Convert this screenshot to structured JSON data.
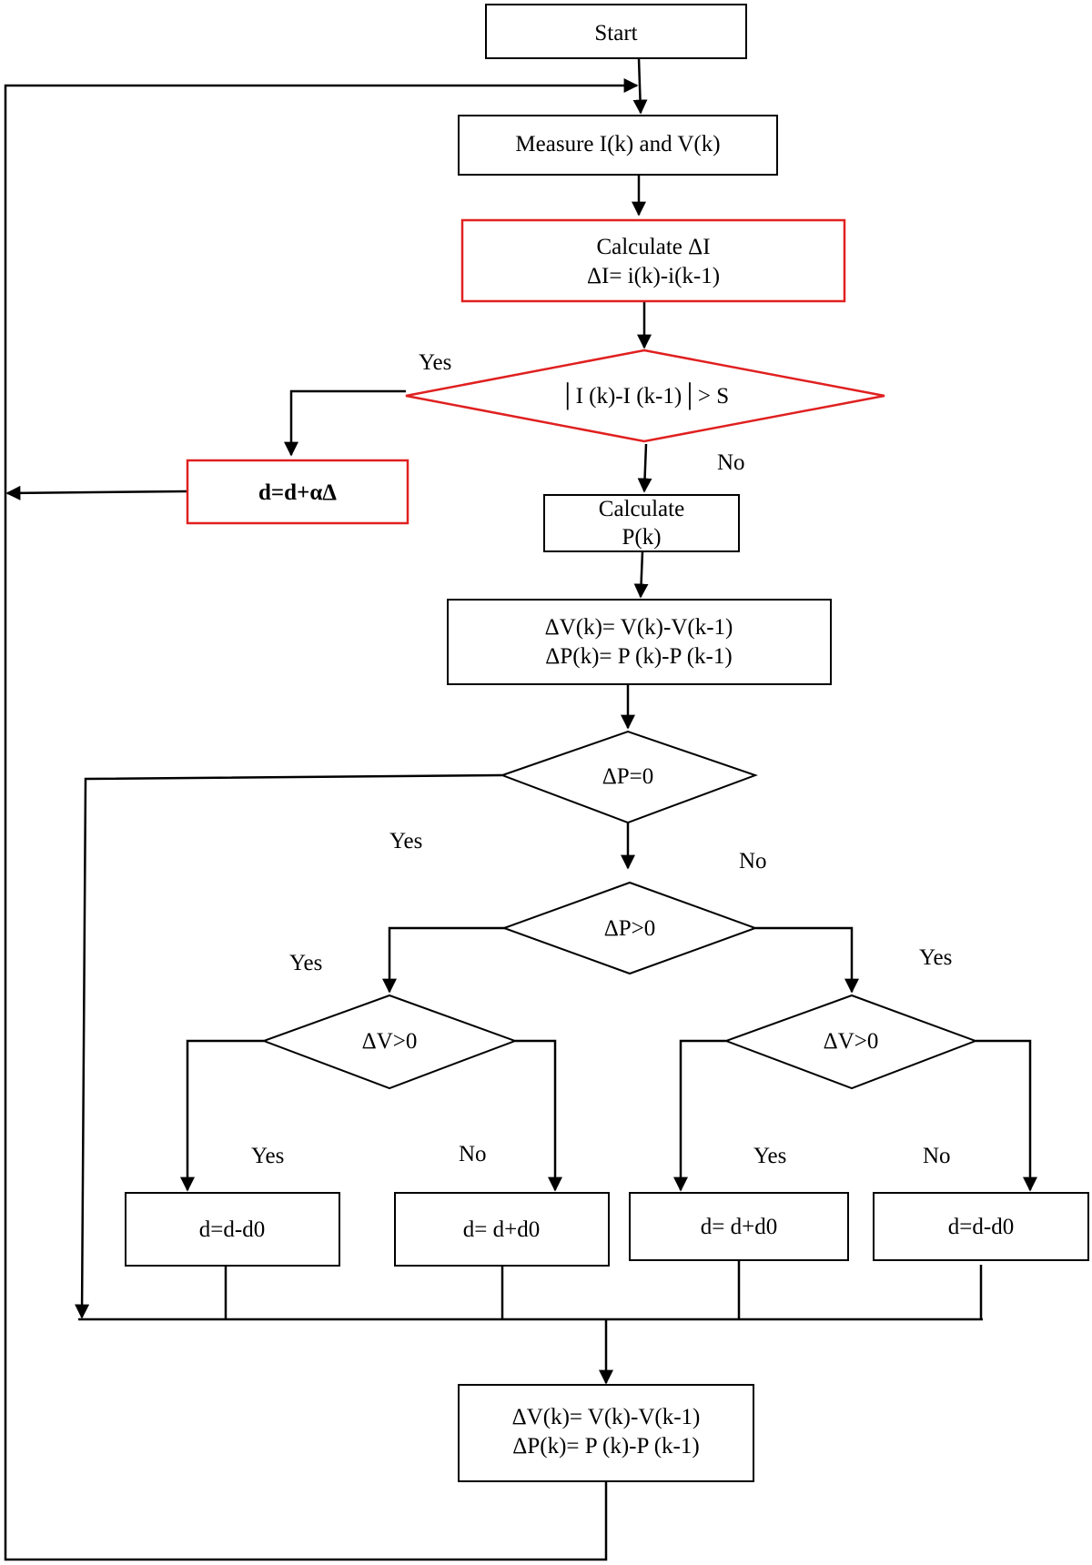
{
  "nodes": {
    "start": "Start",
    "measure": "Measure I(k) and V(k)",
    "calc_di_line1": "Calculate ΔI",
    "calc_di_line2": "ΔI= i(k)-i(k-1)",
    "decision_di": "│I (k)-I (k-1)│> S",
    "update_d_alpha": "d=d+αΔ",
    "calc_p_line1": "Calculate",
    "calc_p_line2": "P(k)",
    "delta_vp_1_line1": "ΔV(k)= V(k)-V(k-1)",
    "delta_vp_1_line2": "ΔP(k)= P (k)-P (k-1)",
    "decision_dp_zero": "ΔP=0",
    "decision_dp_pos": "ΔP>0",
    "decision_dv_left": "ΔV>0",
    "decision_dv_right": "ΔV>0",
    "action_1": "d=d-d0",
    "action_2": "d= d+d0",
    "action_3": "d= d+d0",
    "action_4": "d=d-d0",
    "delta_vp_2_line1": "ΔV(k)= V(k)-V(k-1)",
    "delta_vp_2_line2": "ΔP(k)= P (k)-P (k-1)"
  },
  "labels": {
    "yes_di": "Yes",
    "no_di": "No",
    "yes_dp_zero": "Yes",
    "no_dp_zero": "No",
    "yes_dp_pos_left": "Yes",
    "yes_dp_pos_right": "Yes",
    "yes_dv_left": "Yes",
    "no_dv_left": "No",
    "yes_dv_right": "Yes",
    "no_dv_right": "No"
  },
  "colors": {
    "highlight": "#e02020",
    "stroke": "#000000"
  }
}
